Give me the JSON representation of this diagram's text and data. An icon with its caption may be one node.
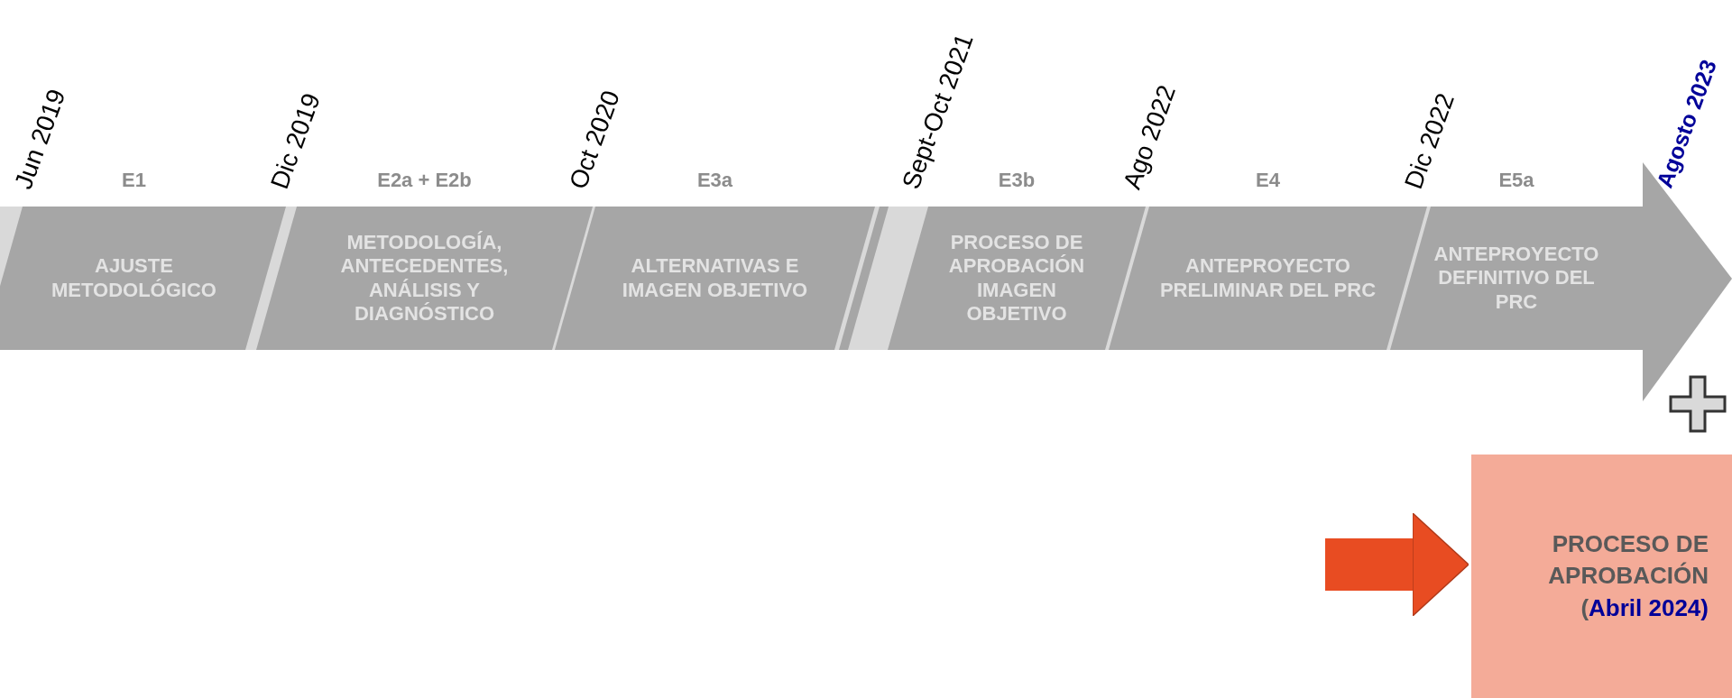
{
  "diagram": {
    "nodes": [
      {
        "text": [
          "E1",
          "AJUSTE METODOLÓGICO"
        ],
        "beside": [
          "Jun 2019"
        ]
      },
      {
        "text": [
          "E2a + E2b",
          "METODOLOGÍA, ANTECEDENTES, ANÁLISIS Y DIAGNÓSTICO"
        ],
        "beside": [
          "Dic 2019"
        ]
      },
      {
        "text": [
          "E3a",
          "ALTERNATIVAS E IMAGEN OBJETIVO"
        ],
        "beside": [
          "Oct 2020"
        ]
      },
      {
        "text": [
          "E3b",
          "PROCESO DE APROBACIÓN IMAGEN OBJETIVO"
        ],
        "beside": [
          "Sept-Oct 2021"
        ]
      },
      {
        "text": [
          "E4",
          "ANTEPROYECTO PRELIMINAR DEL PRC"
        ],
        "beside": [
          "Ago 2022"
        ]
      },
      {
        "text": [
          "E5a",
          "ANTEPROYECTO DEFINITIVO DEL PRC"
        ],
        "beside": [
          "Dic 2022"
        ]
      },
      {
        "text": [
          "PROCESO DE APROBACIÓN",
          "(**Abril 2024)**"
        ]
      }
    ],
    "edges": [
      {
        "from": null,
        "to": 6,
        "arrow": "to",
        "color": "#e84c22"
      }
    ],
    "labels": [
      "Agosto 2023"
    ]
  }
}
